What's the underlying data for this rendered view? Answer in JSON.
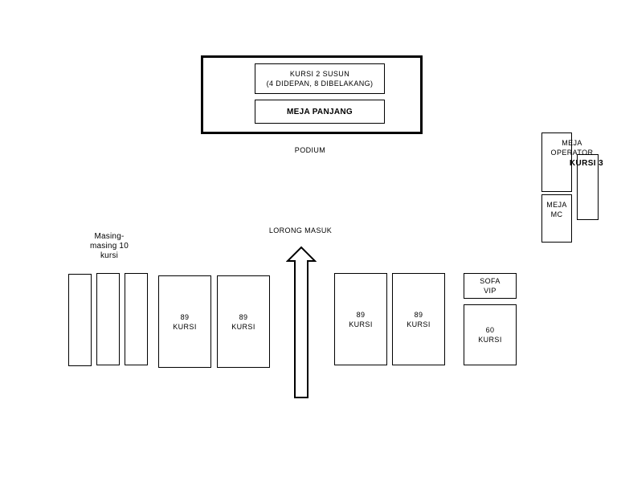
{
  "stage": {
    "chairs_label": "KURSI 2 SUSUN\n(4 DIDEPAN, 8 DIBELAKANG)",
    "table_label": "MEJA PANJANG",
    "podium_label": "PODIUM"
  },
  "right_side": {
    "operator_table": "MEJA\nOPERATOR",
    "chairs_3": "KURSI 3",
    "mc_table": "MEJA\nMC"
  },
  "entrance_label": "LORONG MASUK",
  "left_group": {
    "note": "Masing-\nmasing 10\nkursi"
  },
  "seat_blocks": [
    {
      "label": "89\nKURSI"
    },
    {
      "label": "89\nKURSI"
    },
    {
      "label": "89\nKURSI"
    },
    {
      "label": "89\nKURSI"
    }
  ],
  "vip": {
    "sofa_label": "SOFA\nVIP",
    "seats_60": "60\nKURSI"
  }
}
